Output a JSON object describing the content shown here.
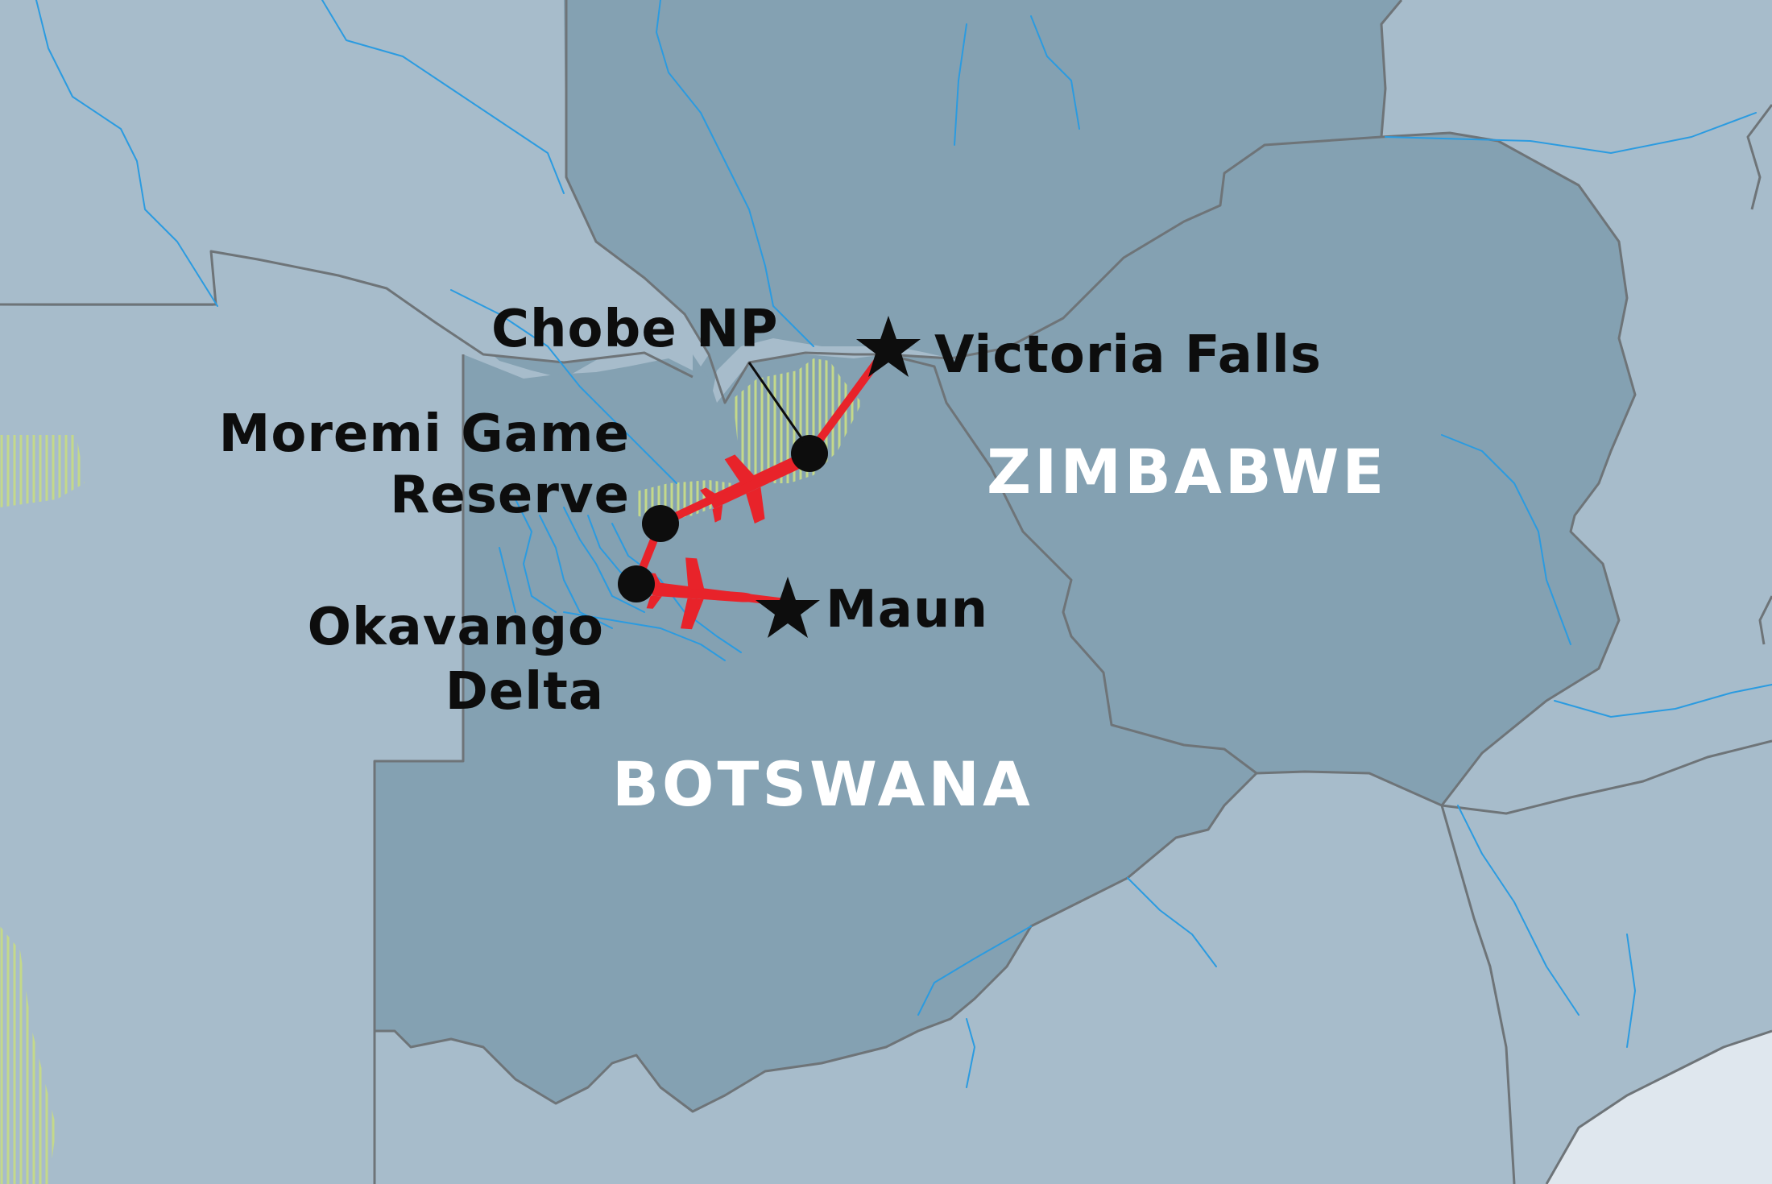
{
  "countries": {
    "botswana": "BOTSWANA",
    "zimbabwe": "ZIMBABWE"
  },
  "places": {
    "chobe": "Chobe NP",
    "victoria_falls": "Victoria Falls",
    "moremi_line1": "Moremi Game",
    "moremi_line2": "Reserve",
    "okavango_line1": "Okavango",
    "okavango_line2": "Delta",
    "maun": "Maun"
  },
  "markers": {
    "start_end": "star-icon",
    "stop": "dot-icon",
    "flight": "airplane-icon"
  },
  "colors": {
    "water": "#a7bccb",
    "land_highlight": "#84a1b2",
    "route": "#e8232a",
    "river": "#2b9be0",
    "park": "#c4d98a",
    "border": "#6e7478",
    "coast": "#dfe7ee"
  }
}
